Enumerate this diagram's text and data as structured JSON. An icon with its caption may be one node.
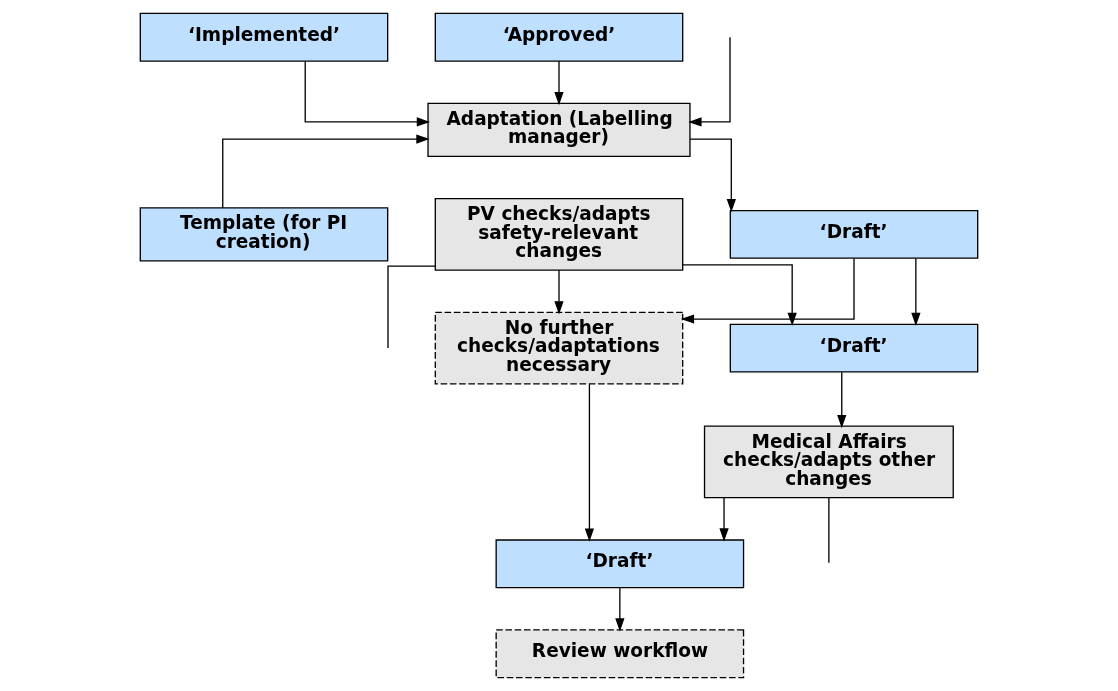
{
  "diagram": {
    "nodes": [
      {
        "text": [
          "‘Implemented’"
        ]
      },
      {
        "text": [
          "‘Approved’"
        ]
      },
      {
        "text": [
          "Adaptation (Labelling manager)"
        ]
      },
      {
        "text": [
          "Template (for PI creation)"
        ]
      },
      {
        "text": [
          "‘Draft’"
        ]
      },
      {
        "text": [
          "PV checks/adapts safety-relevant changes"
        ]
      },
      {
        "text": [
          "No further checks/adaptations necessary"
        ]
      },
      {
        "text": [
          "‘Draft’"
        ]
      },
      {
        "text": [
          "Medical Affairs checks/adapts other changes"
        ]
      },
      {
        "text": [
          "‘Draft’"
        ]
      },
      {
        "text": [
          "Review workflow"
        ]
      }
    ],
    "edges": [
      {
        "from": 0,
        "to": 2,
        "arrow": "to"
      },
      {
        "from": 3,
        "to": 2,
        "arrow": "to"
      },
      {
        "from": 1,
        "to": 2,
        "arrow": "to"
      },
      {
        "from": null,
        "to": 2,
        "arrow": "to"
      },
      {
        "from": 2,
        "to": 4,
        "arrow": "to"
      },
      {
        "from": 5,
        "to": null,
        "arrow": "none"
      },
      {
        "from": 4,
        "to": 6,
        "arrow": "to"
      },
      {
        "from": 4,
        "to": 7,
        "arrow": "to"
      },
      {
        "from": 5,
        "to": 6,
        "arrow": "to"
      },
      {
        "from": 5,
        "to": 7,
        "arrow": "to"
      },
      {
        "from": 7,
        "to": 8,
        "arrow": "to"
      },
      {
        "from": 8,
        "to": null,
        "arrow": "none"
      },
      {
        "from": 6,
        "to": 9,
        "arrow": "to"
      },
      {
        "from": 8,
        "to": 9,
        "arrow": "to"
      },
      {
        "from": 9,
        "to": 10,
        "arrow": "to"
      }
    ]
  }
}
